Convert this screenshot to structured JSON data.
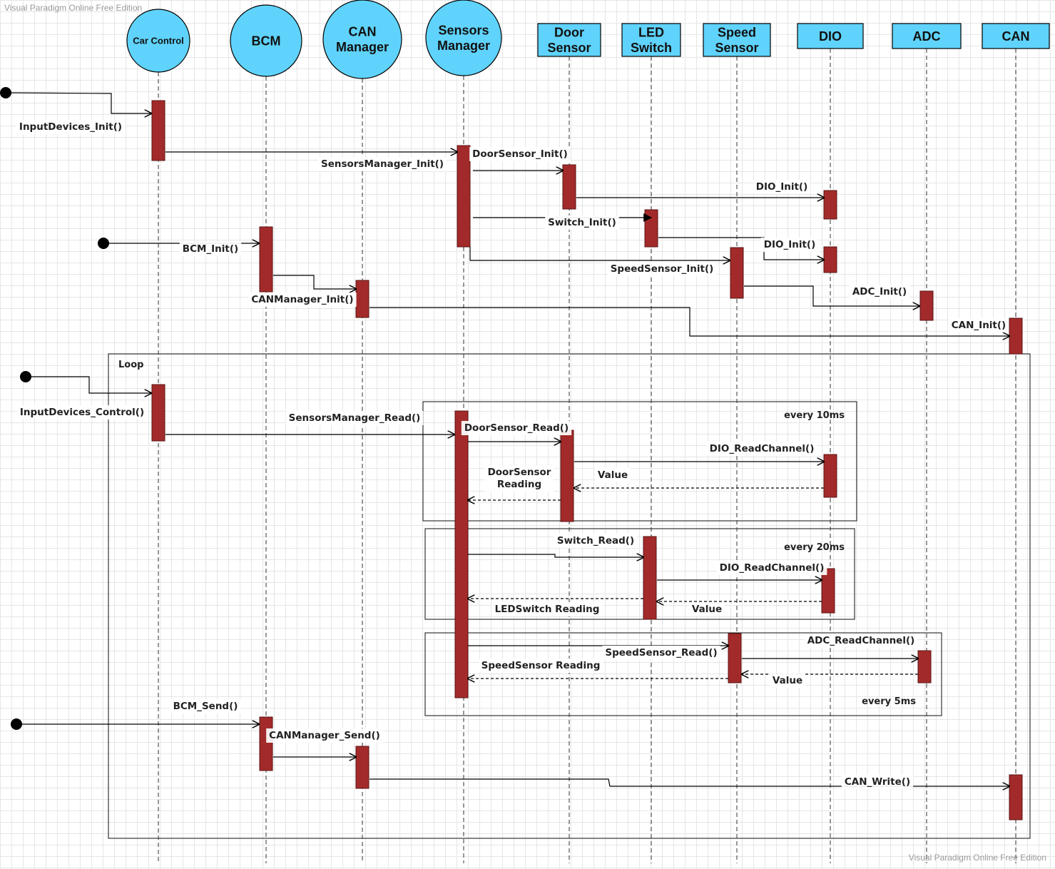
{
  "watermark": {
    "top": "Visual Paradigm Online Free Edition",
    "bottom": "Visual Paradigm Online Free Edition"
  },
  "colors": {
    "participant_fill": "#5fd3fb",
    "activation_fill": "#a32a2a",
    "line": "#000000",
    "label_bg": "#ffffff"
  },
  "participants": [
    {
      "id": "car_control",
      "shape": "circle",
      "label": "Car Control"
    },
    {
      "id": "bcm",
      "shape": "circle",
      "label": "BCM"
    },
    {
      "id": "can_manager",
      "shape": "circle",
      "label": "CAN\nManager"
    },
    {
      "id": "sensors_manager",
      "shape": "circle",
      "label": "Sensors\nManager"
    },
    {
      "id": "door_sensor",
      "shape": "rect",
      "label": "Door\nSensor"
    },
    {
      "id": "led_switch",
      "shape": "rect",
      "label": "LED\nSwitch"
    },
    {
      "id": "speed_sensor",
      "shape": "rect",
      "label": "Speed\nSensor"
    },
    {
      "id": "dio",
      "shape": "rect",
      "label": "DIO"
    },
    {
      "id": "adc",
      "shape": "rect",
      "label": "ADC"
    },
    {
      "id": "can",
      "shape": "rect",
      "label": "CAN"
    }
  ],
  "frames": [
    {
      "id": "loop",
      "label": "Loop"
    },
    {
      "id": "door_10ms",
      "label": "every 10ms"
    },
    {
      "id": "switch_20ms",
      "label": "every 20ms"
    },
    {
      "id": "speed_5ms",
      "label": "every 5ms"
    }
  ],
  "messages": [
    {
      "id": "m1",
      "from": "external",
      "to": "car_control",
      "label": "InputDevices_Init()",
      "kind": "sync"
    },
    {
      "id": "m2",
      "from": "car_control",
      "to": "sensors_manager",
      "label": "SensorsManager_Init()",
      "kind": "sync"
    },
    {
      "id": "m3",
      "from": "sensors_manager",
      "to": "door_sensor",
      "label": "DoorSensor_Init()",
      "kind": "sync"
    },
    {
      "id": "m4",
      "from": "door_sensor",
      "to": "dio",
      "label": "DIO_Init()",
      "kind": "sync"
    },
    {
      "id": "m5",
      "from": "sensors_manager",
      "to": "led_switch",
      "label": "Switch_Init()",
      "kind": "sync"
    },
    {
      "id": "m6",
      "from": "led_switch",
      "to": "dio",
      "label": "DIO_Init()",
      "kind": "sync"
    },
    {
      "id": "m7",
      "from": "external",
      "to": "bcm",
      "label": "BCM_Init()",
      "kind": "sync"
    },
    {
      "id": "m8",
      "from": "sensors_manager",
      "to": "speed_sensor",
      "label": "SpeedSensor_Init()",
      "kind": "sync"
    },
    {
      "id": "m9",
      "from": "bcm",
      "to": "can_manager",
      "label": "CANManager_Init()",
      "kind": "sync"
    },
    {
      "id": "m10",
      "from": "speed_sensor",
      "to": "adc",
      "label": "ADC_Init()",
      "kind": "sync"
    },
    {
      "id": "m11",
      "from": "can_manager",
      "to": "can",
      "label": "CAN_Init()",
      "kind": "sync"
    },
    {
      "id": "m12",
      "from": "external",
      "to": "car_control",
      "label": "InputDevices_Control()",
      "kind": "sync"
    },
    {
      "id": "m13",
      "from": "car_control",
      "to": "sensors_manager",
      "label": "SensorsManager_Read()",
      "kind": "sync"
    },
    {
      "id": "m14",
      "from": "sensors_manager",
      "to": "door_sensor",
      "label": "DoorSensor_Read()",
      "kind": "sync"
    },
    {
      "id": "m15",
      "from": "door_sensor",
      "to": "dio",
      "label": "DIO_ReadChannel()",
      "kind": "sync"
    },
    {
      "id": "m16",
      "from": "dio",
      "to": "door_sensor",
      "label": "Value",
      "kind": "return"
    },
    {
      "id": "m17",
      "from": "door_sensor",
      "to": "sensors_manager",
      "label": "DoorSensor\nReading",
      "kind": "return"
    },
    {
      "id": "m18",
      "from": "sensors_manager",
      "to": "led_switch",
      "label": "Switch_Read()",
      "kind": "sync"
    },
    {
      "id": "m19",
      "from": "led_switch",
      "to": "dio",
      "label": "DIO_ReadChannel()",
      "kind": "sync"
    },
    {
      "id": "m20",
      "from": "led_switch",
      "to": "sensors_manager",
      "label": "LEDSwitch Reading",
      "kind": "return"
    },
    {
      "id": "m21",
      "from": "dio",
      "to": "led_switch",
      "label": "Value",
      "kind": "return"
    },
    {
      "id": "m22",
      "from": "sensors_manager",
      "to": "speed_sensor",
      "label": "SpeedSensor_Read()",
      "kind": "sync"
    },
    {
      "id": "m23",
      "from": "speed_sensor",
      "to": "adc",
      "label": "ADC_ReadChannel()",
      "kind": "sync"
    },
    {
      "id": "m24",
      "from": "speed_sensor",
      "to": "sensors_manager",
      "label": "SpeedSensor Reading",
      "kind": "return"
    },
    {
      "id": "m25",
      "from": "adc",
      "to": "speed_sensor",
      "label": "Value",
      "kind": "return"
    },
    {
      "id": "m26",
      "from": "external",
      "to": "bcm",
      "label": "BCM_Send()",
      "kind": "sync"
    },
    {
      "id": "m27",
      "from": "bcm",
      "to": "can_manager",
      "label": "CANManager_Send()",
      "kind": "sync"
    },
    {
      "id": "m28",
      "from": "can_manager",
      "to": "can",
      "label": "CAN_Write()",
      "kind": "sync"
    }
  ]
}
